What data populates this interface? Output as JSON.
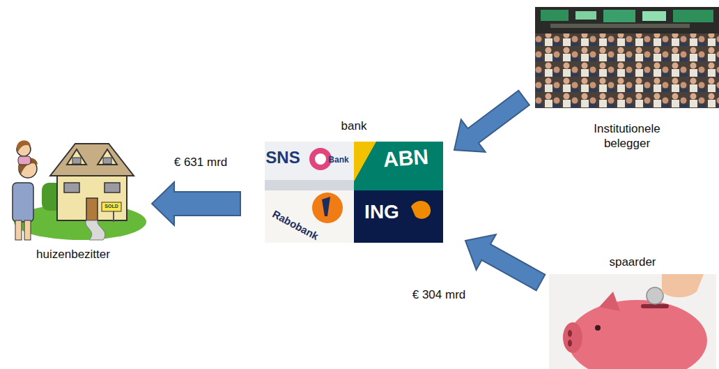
{
  "diagram": {
    "nodes": [
      {
        "text": [
          "huizenbezitter"
        ]
      },
      {
        "text": [
          "bank"
        ]
      },
      {
        "text": [
          "Institutionele belegger"
        ]
      },
      {
        "text": [
          "spaarder"
        ]
      }
    ],
    "edges": [
      {
        "from": 1,
        "to": 0,
        "label": "€ 631 mrd",
        "arrow": "to"
      },
      {
        "from": 2,
        "to": 1,
        "arrow": "to"
      },
      {
        "from": 3,
        "to": 1,
        "label": "€ 304 mrd",
        "arrow": "to"
      }
    ],
    "labels": [
      "SOLD",
      "SNS",
      "Bank",
      "ABN",
      "ING",
      "Rabobank"
    ]
  }
}
